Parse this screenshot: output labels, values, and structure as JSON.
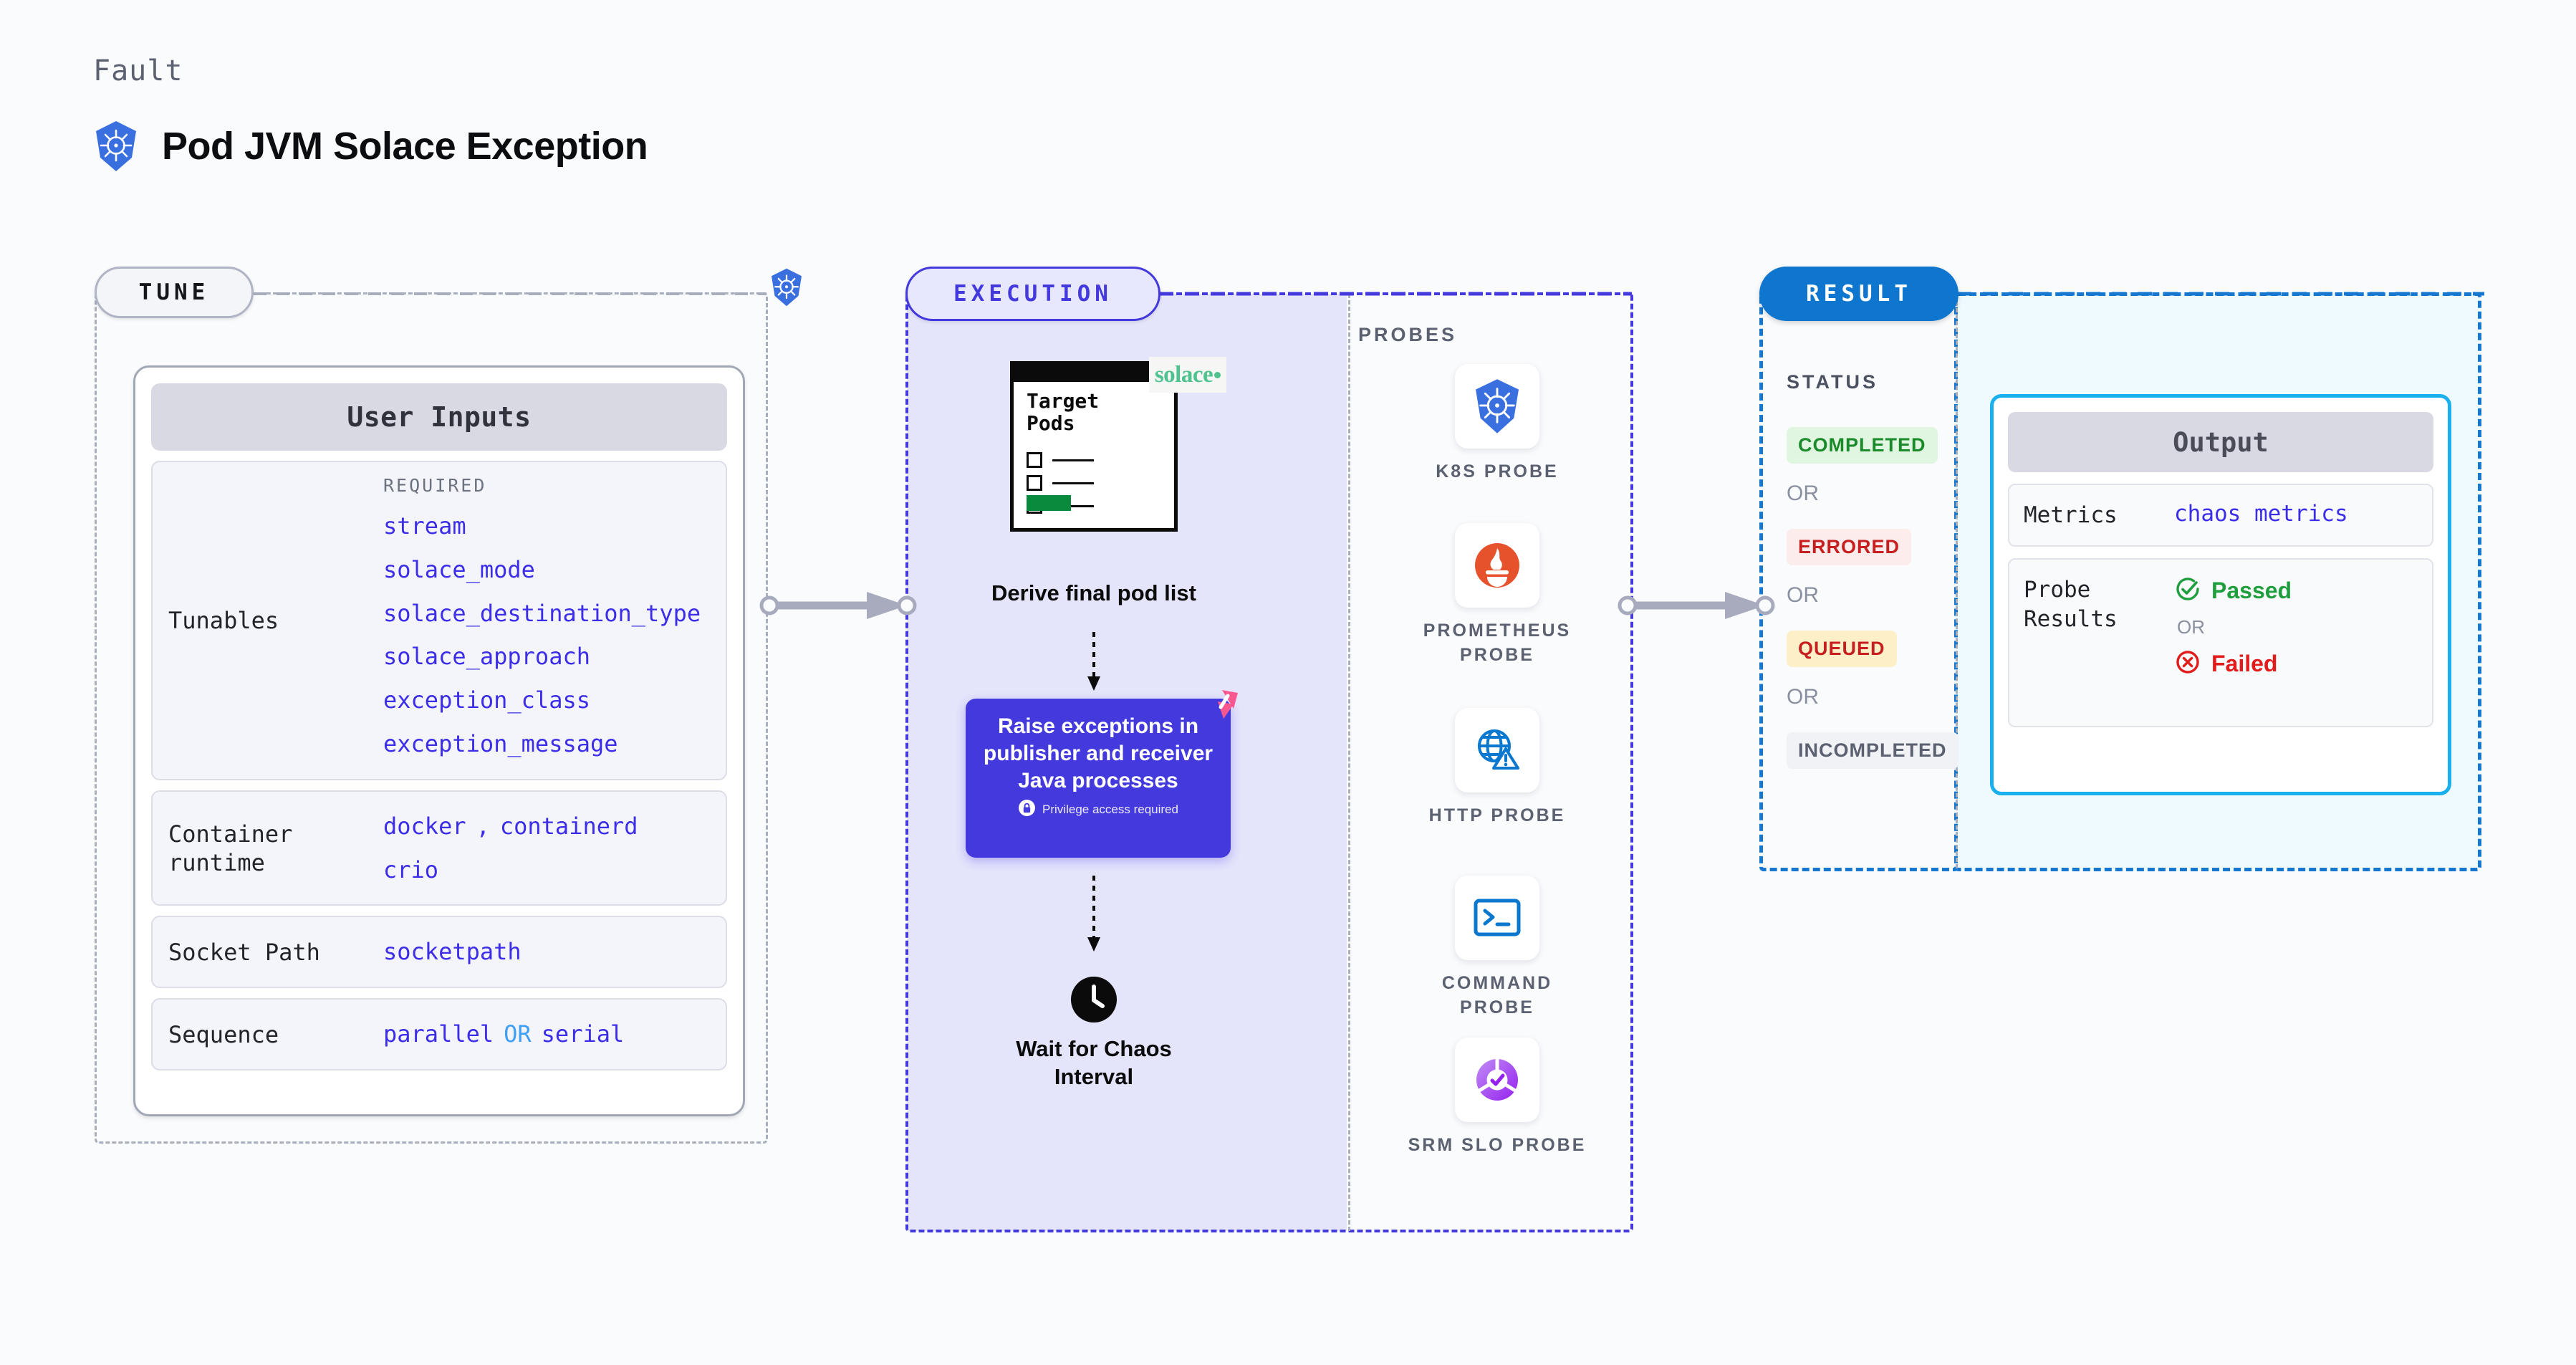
{
  "header": {
    "eyebrow": "Fault",
    "title": "Pod JVM Solace Exception",
    "icon": "kubernetes-icon"
  },
  "tune": {
    "tag": "TUNE",
    "card_title": "User Inputs",
    "border_icon": "kubernetes-icon",
    "rows": [
      {
        "label": "Tunables",
        "required_header": "REQUIRED",
        "values": [
          "stream",
          "solace_mode",
          "solace_destination_type",
          "solace_approach",
          "exception_class",
          "exception_message"
        ]
      },
      {
        "label": "Container runtime",
        "values": [
          "docker",
          ",",
          "containerd",
          "crio"
        ]
      },
      {
        "label": "Socket Path",
        "values": [
          "socketpath"
        ]
      },
      {
        "label": "Sequence",
        "values": [
          "parallel",
          "OR",
          "serial"
        ]
      }
    ]
  },
  "execution": {
    "tag": "EXECUTION",
    "pod_card": {
      "title_line1": "Target",
      "title_line2": "Pods",
      "badge_text": "solace"
    },
    "derive_label": "Derive final pod list",
    "action": {
      "text": "Raise exceptions in publisher and receiver Java processes",
      "privilege_note": "Privilege access required",
      "corner_icon": "litmuschaos-icon",
      "lock_icon": "lock-icon",
      "color": "#4339dd"
    },
    "wait": {
      "icon": "clock-icon",
      "label_line1": "Wait for Chaos",
      "label_line2": "Interval"
    },
    "probes_label": "PROBES",
    "probes": [
      {
        "name": "K8S PROBE",
        "icon": "kubernetes-icon"
      },
      {
        "name": "PROMETHEUS PROBE",
        "icon": "prometheus-icon"
      },
      {
        "name": "HTTP PROBE",
        "icon": "http-globe-warning-icon"
      },
      {
        "name": "COMMAND PROBE",
        "icon": "terminal-icon"
      },
      {
        "name": "SRM SLO PROBE",
        "icon": "srm-slo-icon"
      }
    ]
  },
  "result": {
    "tag": "RESULT",
    "status_label": "STATUS",
    "statuses": [
      {
        "text": "COMPLETED",
        "color": "#1a8a2a",
        "bg": "#e1f6e1"
      },
      {
        "text": "ERRORED",
        "color": "#c71f1f",
        "bg": "#fdecec"
      },
      {
        "text": "QUEUED",
        "color": "#c71f1f",
        "bg": "#fdf0c9"
      },
      {
        "text": "INCOMPLETED",
        "color": "#5b6170",
        "bg": "#f1f2f6"
      }
    ],
    "or_label": "OR",
    "output": {
      "title": "Output",
      "metrics_label": "Metrics",
      "metrics_value": "chaos metrics",
      "probe_results_label": "Probe Results",
      "passed": "Passed",
      "failed": "Failed",
      "or_label": "OR",
      "passed_icon": "check-circle-icon",
      "failed_icon": "x-circle-icon"
    }
  }
}
